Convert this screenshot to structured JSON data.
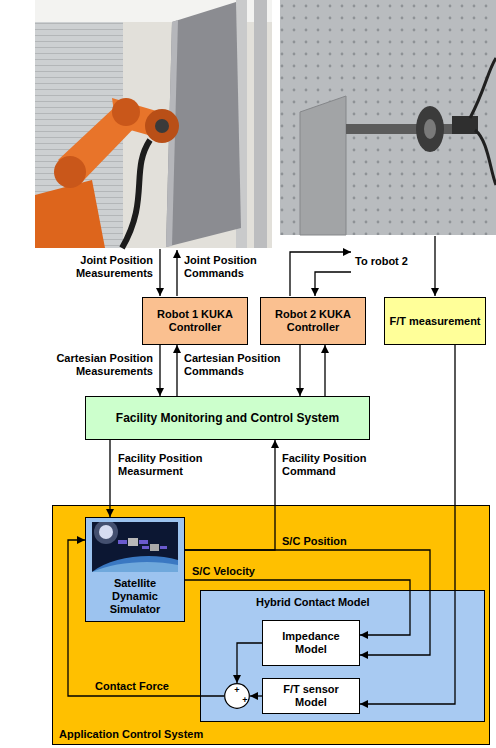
{
  "diagram": {
    "nodes": [
      {
        "text": [
          "Robot 1 KUKA Controller"
        ]
      },
      {
        "text": [
          "Robot 2 KUKA Controller"
        ]
      },
      {
        "text": [
          "F/T measurement"
        ]
      },
      {
        "text": [
          "Facility Monitoring and Control System"
        ]
      },
      {
        "text": [
          "Application Control System"
        ]
      },
      {
        "text": [
          "Satellite Dynamic Simulator"
        ],
        "in": 4
      },
      {
        "text": [
          "Hybrid Contact Model"
        ],
        "in": 4
      },
      {
        "text": [
          "Impedance Model"
        ],
        "in": 6
      },
      {
        "text": [
          "+",
          "+"
        ],
        "in": 6
      },
      {
        "text": [
          "F/T sensor Model"
        ],
        "in": 6
      }
    ],
    "edges": [
      {
        "from": 0,
        "to": 3,
        "label": "Cartesian Position Measurements",
        "arrow": "to"
      },
      {
        "from": 3,
        "to": 0,
        "label": "Cartesian Position Commands",
        "arrow": "to"
      },
      {
        "from": 1,
        "to": 3,
        "arrow": "to"
      },
      {
        "from": 3,
        "to": 1,
        "arrow": "to"
      },
      {
        "from": 2,
        "to": 9,
        "arrow": "to"
      },
      {
        "from": 3,
        "to": 5,
        "label": "Facility Position Measurment",
        "arrow": "to"
      },
      {
        "from": 5,
        "to": 3,
        "label": "Facility Position Command",
        "arrow": "to"
      },
      {
        "from": 5,
        "to": 7,
        "label": "S/C Position",
        "arrow": "to"
      },
      {
        "from": 5,
        "to": 7,
        "label": "S/C Velocity",
        "arrow": "to"
      },
      {
        "from": 7,
        "to": 8,
        "arrow": "to"
      },
      {
        "from": 9,
        "to": 8,
        "arrow": "to"
      },
      {
        "from": 8,
        "to": 5,
        "label": "Contact Force",
        "arrow": "to"
      }
    ],
    "labels": [
      "Joint Position Measurements",
      "Joint Position Commands",
      "To robot 2"
    ]
  }
}
